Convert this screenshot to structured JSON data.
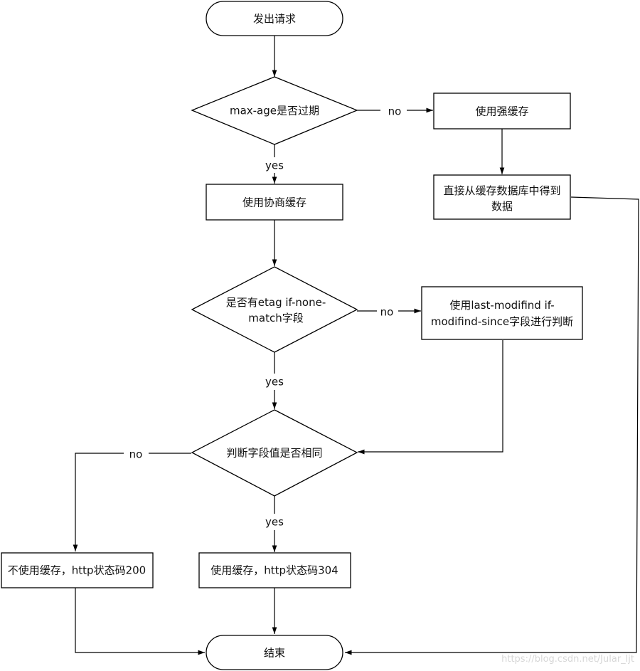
{
  "nodes": {
    "start": "发出请求",
    "max_age": "max-age是否过期",
    "strong_cache": "使用强缓存",
    "get_from_db": [
      "直接从缓存数据库中得到",
      "数据"
    ],
    "negotiate_cache": "使用协商缓存",
    "etag_check": [
      "是否有etag if-none-",
      "match字段"
    ],
    "last_modified": [
      "使用last-modifind if-",
      "modifind-since字段进行判断"
    ],
    "compare": "判断字段值是否相同",
    "no_cache_200": "不使用缓存，http状态码200",
    "cache_304": "使用缓存，http状态码304",
    "end": "结束"
  },
  "edge_labels": {
    "max_age_no": "no",
    "max_age_yes": "yes",
    "etag_no": "no",
    "etag_yes": "yes",
    "compare_no": "no",
    "compare_yes": "yes"
  },
  "watermark": "https://blog.csdn.net/Jular_ljt"
}
